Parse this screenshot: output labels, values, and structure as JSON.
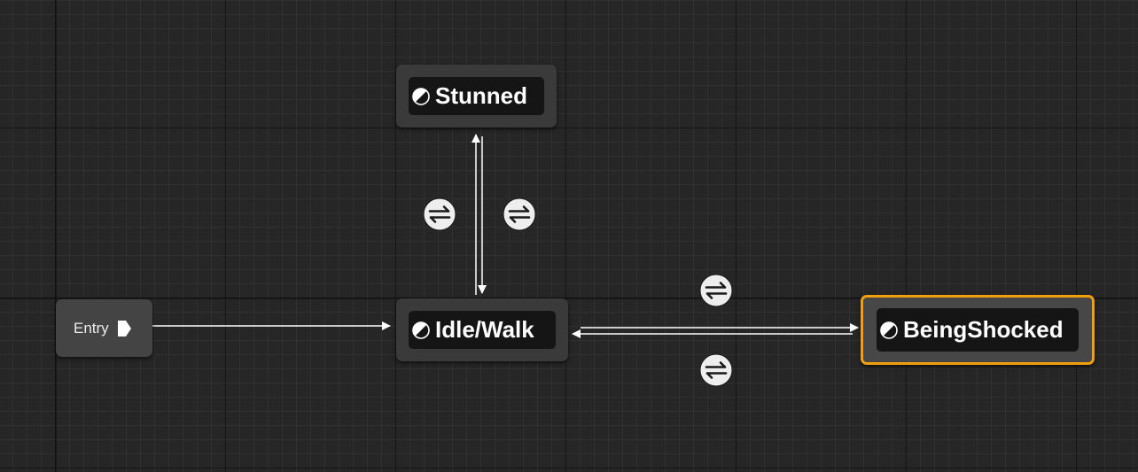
{
  "graph": {
    "entry": {
      "label": "Entry",
      "icon": "entry-pin-icon"
    },
    "states": [
      {
        "id": "stunned",
        "label": "Stunned",
        "icon": "state-icon",
        "selected": false
      },
      {
        "id": "idle_walk",
        "label": "Idle/Walk",
        "icon": "state-icon",
        "selected": false
      },
      {
        "id": "being_shocked",
        "label": "BeingShocked",
        "icon": "state-icon",
        "selected": true
      }
    ],
    "transitions": [
      {
        "from": "Entry",
        "to": "Idle/Walk",
        "icon": "arrow"
      },
      {
        "from": "Idle/Walk",
        "to": "Stunned",
        "icon": "transition-rule-icon"
      },
      {
        "from": "Stunned",
        "to": "Idle/Walk",
        "icon": "transition-rule-icon"
      },
      {
        "from": "Idle/Walk",
        "to": "BeingShocked",
        "icon": "transition-rule-icon"
      },
      {
        "from": "BeingShocked",
        "to": "Idle/Walk",
        "icon": "transition-rule-icon"
      }
    ]
  },
  "colors": {
    "background": "#262626",
    "node": "#3a3a3a",
    "node_inner": "#151515",
    "selected_outline": "#f29f0f",
    "wire": "#ffffff",
    "transition_icon_bg": "#eeeeee"
  }
}
